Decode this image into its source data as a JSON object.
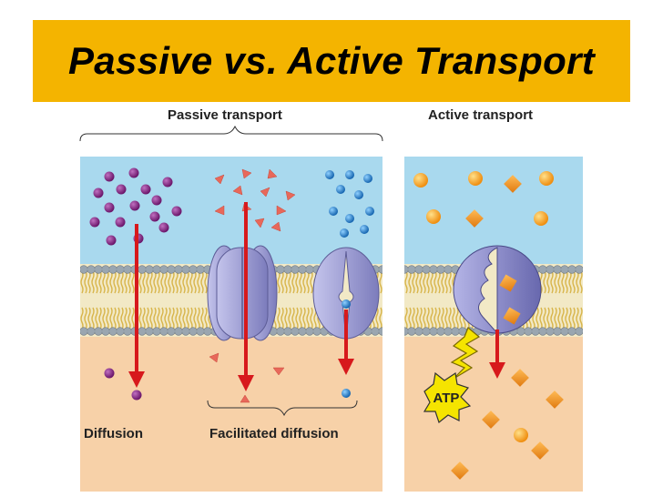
{
  "title": "Passive vs. Active Transport",
  "labels": {
    "passive_transport": "Passive transport",
    "active_transport": "Active transport",
    "diffusion": "Diffusion",
    "facilitated_diffusion": "Facilitated diffusion",
    "atp": "ATP"
  },
  "colors": {
    "title_background": "#f4b400",
    "outside_cell": "#a9d9ee",
    "inside_cell": "#f7d1a8",
    "membrane_head": "#9aa6b0",
    "membrane_tail": "#d8b54a",
    "protein": "#8e8ec8",
    "arrow": "#d7191c",
    "purple_molecule": "#7a1f7a",
    "red_molecule": "#e8685a",
    "blue_molecule": "#1a78c2",
    "orange_molecule": "#f4a020",
    "atp_star": "#f5e400"
  },
  "icons": [
    "phospholipid-bilayer",
    "channel-protein",
    "carrier-protein",
    "pump-protein",
    "lightning-bolt-icon",
    "atp-starburst-icon"
  ]
}
